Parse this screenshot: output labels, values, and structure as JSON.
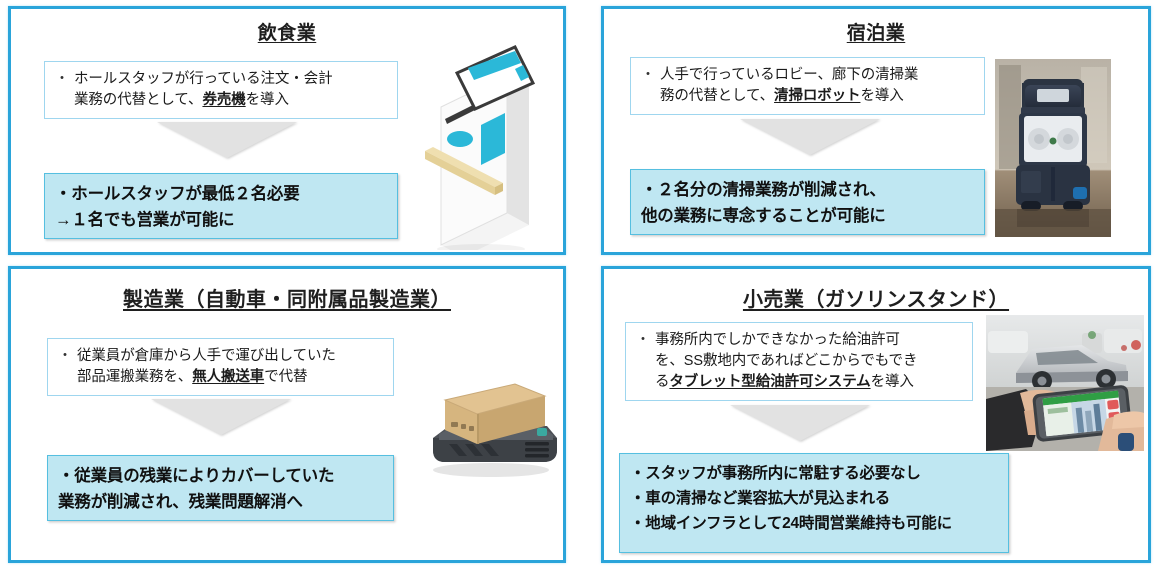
{
  "document": {
    "layout": "2x2 grid of industry case-study panels",
    "accent_border_color": "#2aa4da",
    "result_box_fill": "#bfe7f2",
    "arrow_color": "#e2e2e2"
  },
  "panels": [
    {
      "id": "food-service",
      "heading": "飲食業",
      "bullet": {
        "marker": "・",
        "line1_pre": "ホールスタッフが行っている注文・会計",
        "line2_pre": "業務の代替として、",
        "emphasis": "券売機",
        "line2_post": "を導入"
      },
      "arrow": "down-arrow",
      "result_lines": [
        "・ホールスタッフが最低２名必要",
        "→１名でも営業が可能に"
      ],
      "illustration": "ticket-vending-machine-kiosk"
    },
    {
      "id": "lodging",
      "heading": "宿泊業",
      "bullet": {
        "marker": "・",
        "line1_pre": "人手で行っているロビー、廊下の清掃業",
        "line2_pre": "務の代替として、",
        "emphasis": "清掃ロボット",
        "line2_post": "を導入"
      },
      "arrow": "down-arrow",
      "result_lines": [
        "・２名分の清掃業務が削減され、",
        "他の業務に専念することが可能に"
      ],
      "illustration": "cleaning-robot-photo"
    },
    {
      "id": "manufacturing",
      "heading": "製造業（自動車・同附属品製造業）",
      "bullet": {
        "marker": "・",
        "line1_pre": "従業員が倉庫から人手で運び出していた",
        "line2_pre": "部品運搬業務を、",
        "emphasis": "無人搬送車",
        "line2_post": "で代替"
      },
      "arrow": "down-arrow",
      "result_lines": [
        "・従業員の残業によりカバーしていた",
        "業務が削減され、残業問題解消へ"
      ],
      "illustration": "agv-with-cardboard-box"
    },
    {
      "id": "retail-gas-station",
      "heading": "小売業（ガソリンスタンド）",
      "bullet": {
        "marker": "・",
        "line1_pre": "事務所内でしかできなかった給油許可",
        "line2_pre": "を、SS敷地内であればどこからでもでき",
        "line3_pre": "る",
        "emphasis": "タブレット型給油許可システム",
        "line3_post": "を導入"
      },
      "arrow": "down-arrow",
      "result_lines": [
        "・スタッフが事務所内に常駐する必要なし",
        "・車の清掃など業容拡大が見込まれる",
        "・地域インフラとして24時間営業維持も可能に"
      ],
      "illustration": "handheld-tablet-at-gas-station-photo"
    }
  ]
}
